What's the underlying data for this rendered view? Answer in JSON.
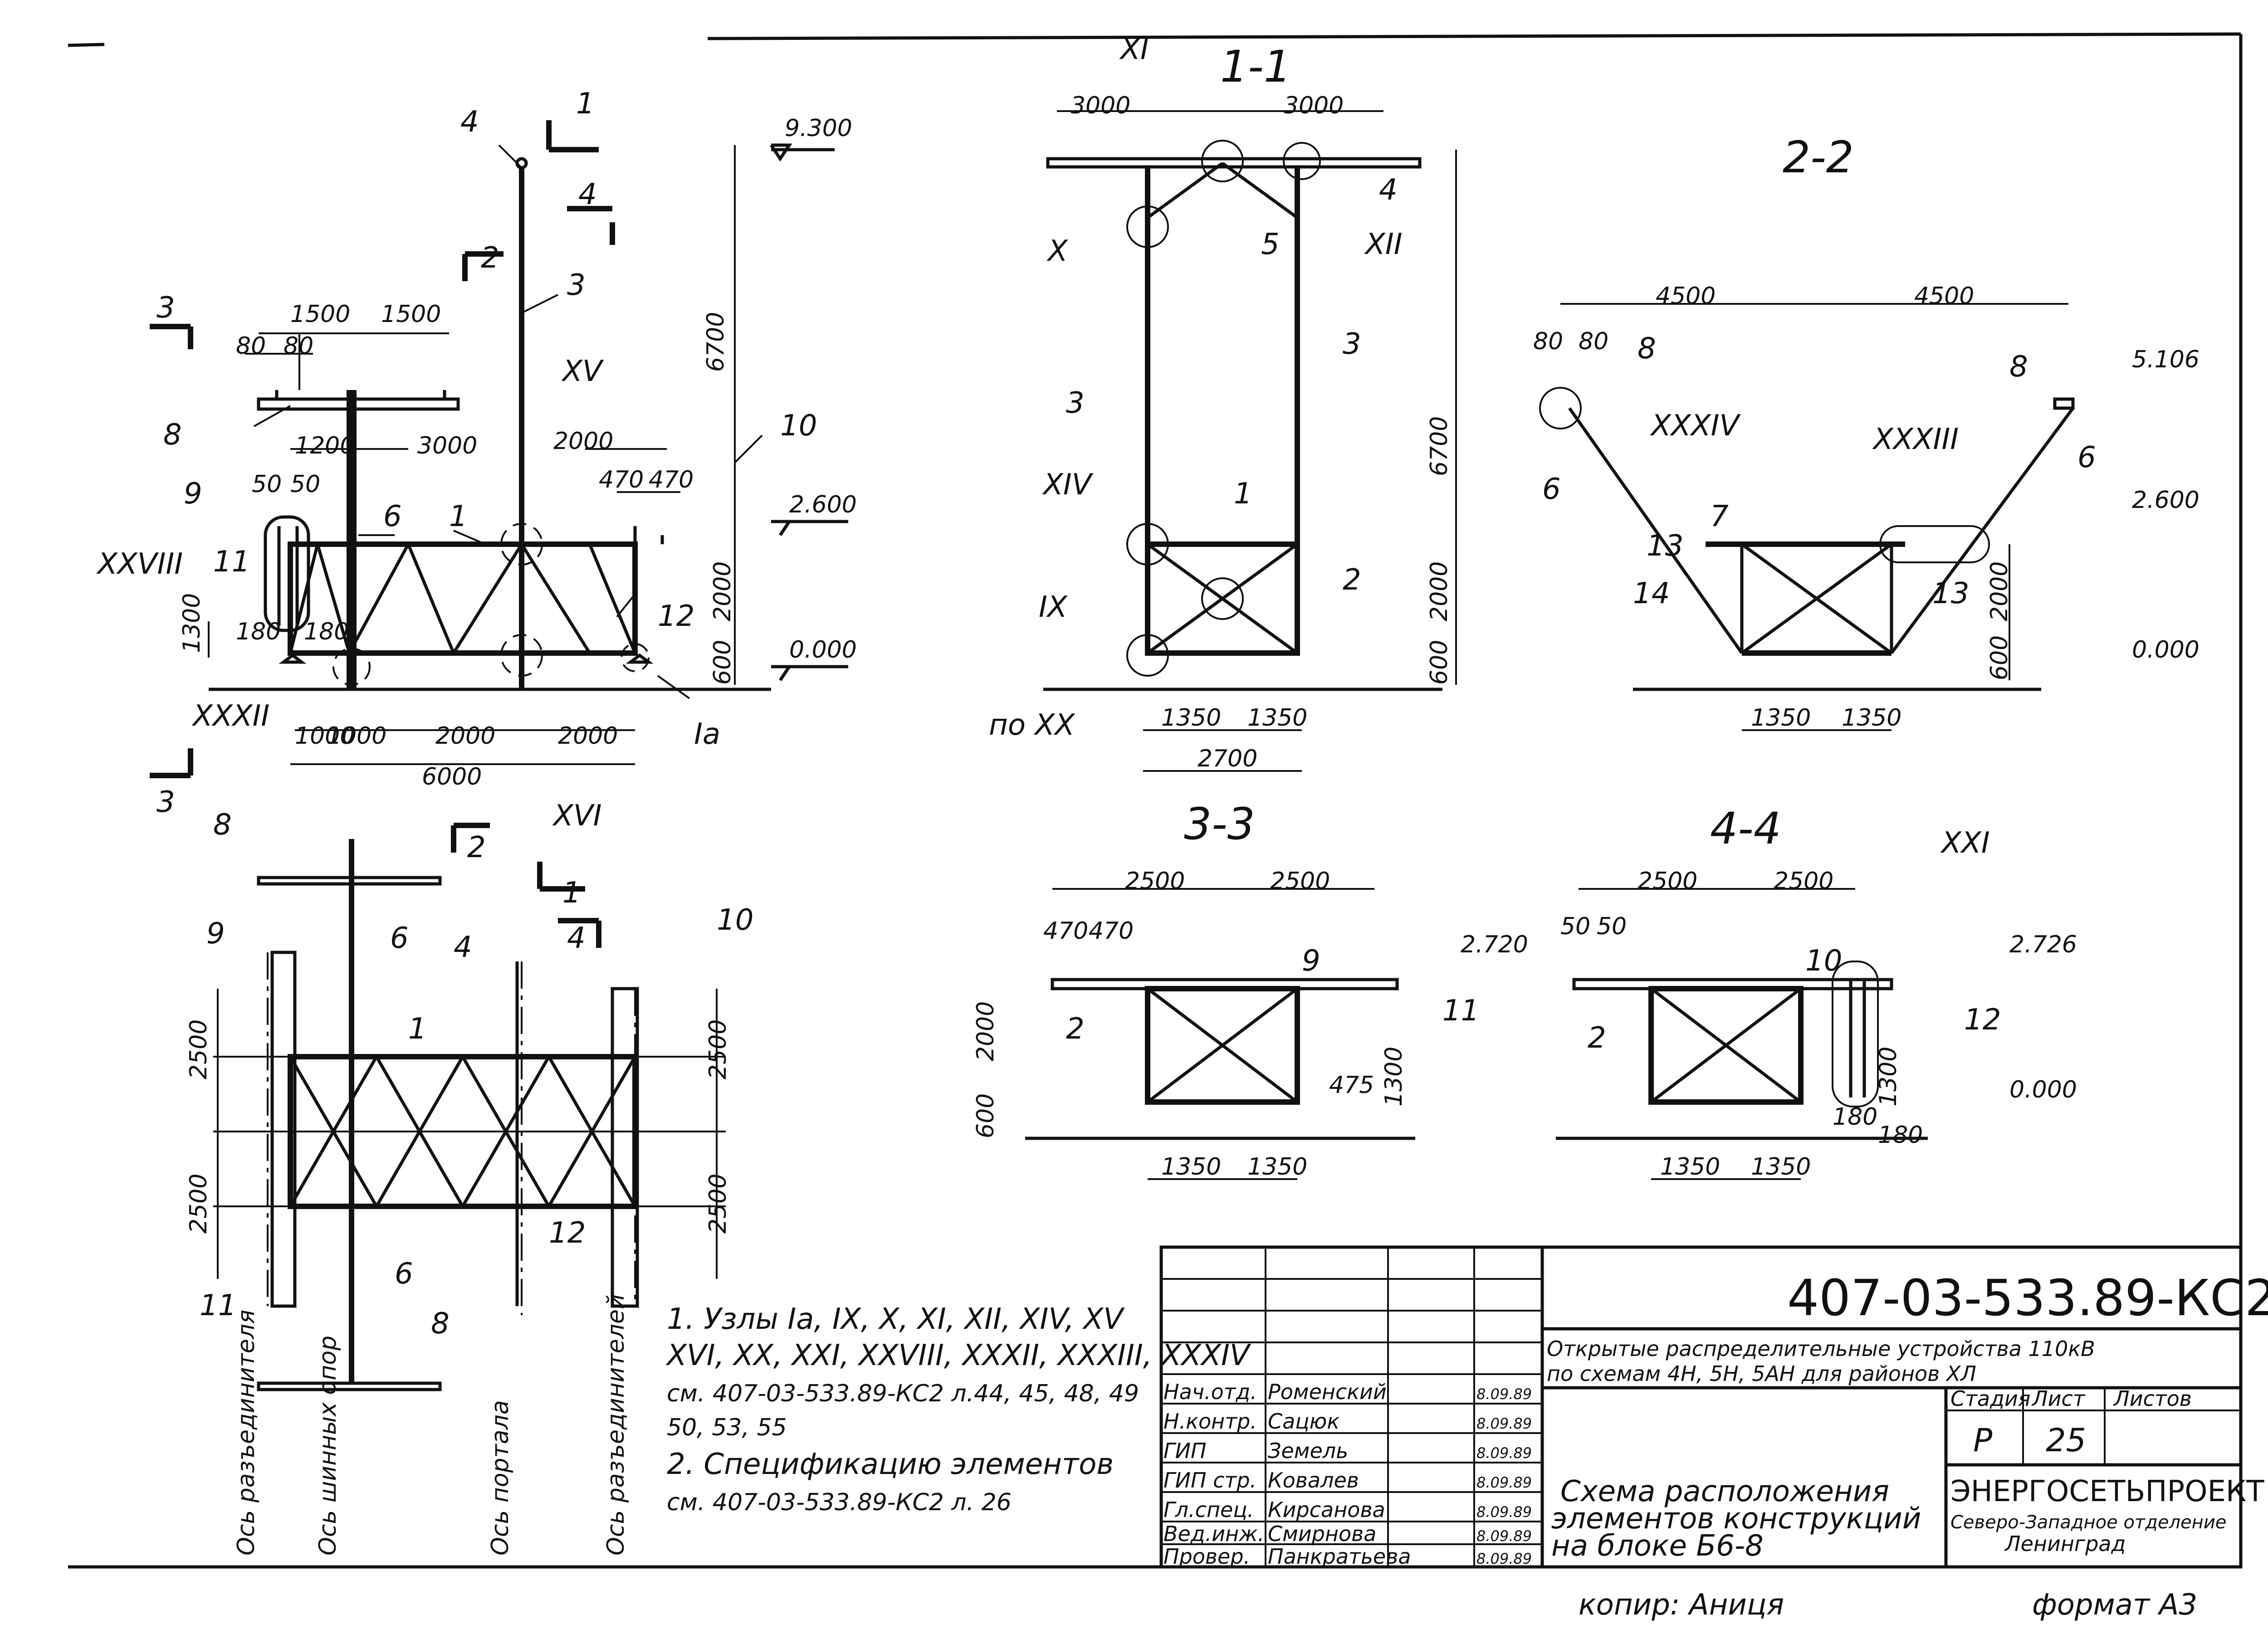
{
  "document": {
    "code": "407-03-533.89-КС2",
    "project_title": "Открытые распределительные устройства 110кВ по схемам 4Н, 5Н, 5АН для районов ХЛ",
    "project_title_line1": "Открытые распределительные устройства 110кВ",
    "project_title_line2": "по схемам 4Н, 5Н, 5АН для районов ХЛ",
    "sheet_title_line1": "Схема расположения",
    "sheet_title_line2": "элементов конструкций",
    "sheet_title_line3": "на блоке Б6-8",
    "stage_header": "Стадия",
    "sheet_header": "Лист",
    "sheets_header": "Листов",
    "stage": "Р",
    "sheet": "25",
    "sheets": "",
    "org_line1": "ЭНЕРГОСЕТЬПРОЕКТ",
    "org_line2": "Северо-Западное отделение",
    "org_line3": "Ленинград",
    "copied": "копир: Аниця",
    "format": "формат А3"
  },
  "signatures": [
    {
      "role": "Нач.отд.",
      "name": "Роменский",
      "date": "8.09.89"
    },
    {
      "role": "Н.контр.",
      "name": "Сацюк",
      "date": "8.09.89"
    },
    {
      "role": "ГИП",
      "name": "Земель",
      "date": "8.09.89"
    },
    {
      "role": "ГИП стр.",
      "name": "Ковалев",
      "date": "8.09.89"
    },
    {
      "role": "Гл.спец.",
      "name": "Кирсанова",
      "date": "8.09.89"
    },
    {
      "role": "Вед.инж.",
      "name": "Смирнова",
      "date": "8.09.89"
    },
    {
      "role": "Провер.",
      "name": "Панкратьева",
      "date": "8.09.89"
    }
  ],
  "notes": {
    "n1_l1": "1. Узлы Iа, IX, X, XI, XII, XIV, XV",
    "n1_l2": "XVI, XX, XXI, XXVIII, XXXII, XXXIII, XXXIV",
    "n1_l3": "см. 407-03-533.89-КС2 л.44, 45, 48, 49",
    "n1_l4": "50, 53, 55",
    "n2_l1": "2. Спецификацию элементов",
    "n2_l2": "см. 407-03-533.89-КС2 л. 26"
  },
  "axes": {
    "a1": "Ось разъединителя",
    "a2": "Ось шинных опор",
    "a3": "Ось портала",
    "a4": "Ось разъединителей"
  },
  "sections": {
    "s11": "1-1",
    "s22": "2-2",
    "s33": "3-3",
    "s44": "4-4"
  },
  "elevations": {
    "e9300": "9.300",
    "e2600": "2.600",
    "e0000": "0.000",
    "e5106": "5.106",
    "e2720": "2.720",
    "e2726": "2.726"
  },
  "dims": {
    "d1500": "1500",
    "d80": "80",
    "d1200": "1200",
    "d3000": "3000",
    "d2000": "2000",
    "d470": "470",
    "d50": "50",
    "d180": "180",
    "d1300": "1300",
    "d600": "600",
    "d6700": "6700",
    "d1000": "1000",
    "d6000": "6000",
    "d1350": "1350",
    "d2700": "2700",
    "d4500": "4500",
    "d2500": "2500",
    "d475": "475"
  },
  "nodes": {
    "n_xi": "XI",
    "n_xii": "XII",
    "n_x": "X",
    "n_xv": "XV",
    "n_xiv": "XIV",
    "n_ix": "IX",
    "n_xx": "по XX",
    "n_xvi": "XVI",
    "n_xxviii": "XXVIII",
    "n_xxxii": "XXXII",
    "n_ia": "Iа",
    "n_xxxiv": "XXXIV",
    "n_xxxiii": "XXXIII",
    "n_xxi": "XXI"
  },
  "marks": [
    "1",
    "2",
    "3",
    "4",
    "5",
    "6",
    "7",
    "8",
    "9",
    "10",
    "11",
    "12",
    "13",
    "14"
  ]
}
